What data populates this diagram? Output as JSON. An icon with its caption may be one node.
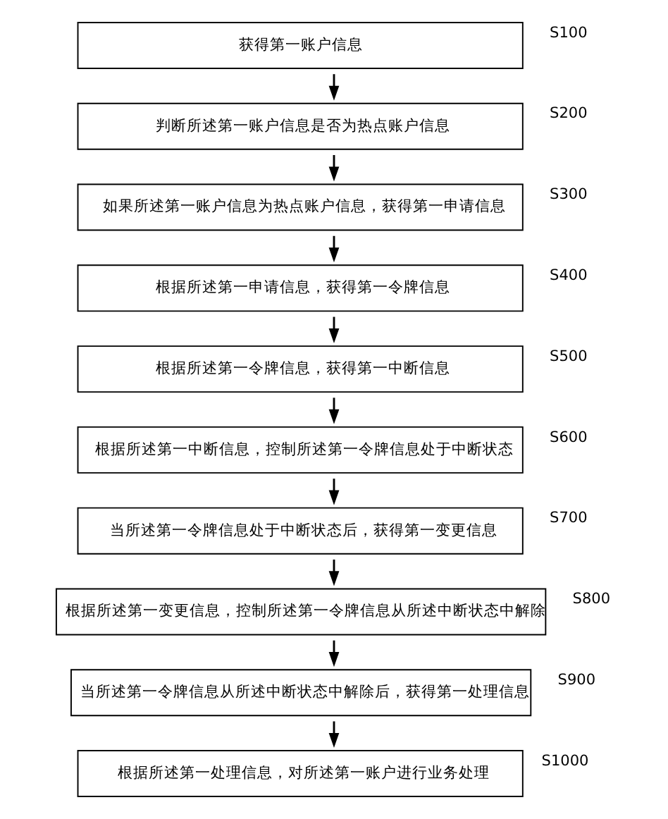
{
  "diagram": {
    "nodes": [
      {
        "text": [
          "获得第一账户信息"
        ],
        "beside": [
          "S100"
        ]
      },
      {
        "text": [
          "判断所述第一账户信息是否为热点账户信息"
        ],
        "beside": [
          "S200"
        ]
      },
      {
        "text": [
          "如果所述第一账户信息为热点账户信息，获得第一申请信息"
        ],
        "beside": [
          "S300"
        ]
      },
      {
        "text": [
          "根据所述第一申请信息，获得第一令牌信息"
        ],
        "beside": [
          "S400"
        ]
      },
      {
        "text": [
          "根据所述第一令牌信息，获得第一中断信息"
        ],
        "beside": [
          "S500"
        ]
      },
      {
        "text": [
          "根据所述第一中断信息，控制所述第一令牌信息处于中断状态"
        ],
        "beside": [
          "S600"
        ]
      },
      {
        "text": [
          "当所述第一令牌信息处于中断状态后，获得第一变更信息"
        ],
        "beside": [
          "S700"
        ]
      },
      {
        "text": [
          "根据所述第一变更信息，控制所述第一令牌信息从所述中断状态中解除"
        ],
        "beside": [
          "S800"
        ]
      },
      {
        "text": [
          "当所述第一令牌信息从所述中断状态中解除后，获得第一处理信息"
        ],
        "beside": [
          "S900"
        ]
      },
      {
        "text": [
          "根据所述第一处理信息，对所述第一账户进行业务处理"
        ],
        "beside": [
          "S1000"
        ]
      }
    ],
    "edges": [
      {
        "from": 0,
        "to": 1,
        "arrow": "to"
      },
      {
        "from": 1,
        "to": 2,
        "arrow": "to"
      },
      {
        "from": 2,
        "to": 3,
        "arrow": "to"
      },
      {
        "from": 3,
        "to": 4,
        "arrow": "to"
      },
      {
        "from": 4,
        "to": 5,
        "arrow": "to"
      },
      {
        "from": 5,
        "to": 6,
        "arrow": "to"
      },
      {
        "from": 6,
        "to": 7,
        "arrow": "to"
      },
      {
        "from": 7,
        "to": 8,
        "arrow": "to"
      },
      {
        "from": 8,
        "to": 9,
        "arrow": "to"
      }
    ]
  }
}
